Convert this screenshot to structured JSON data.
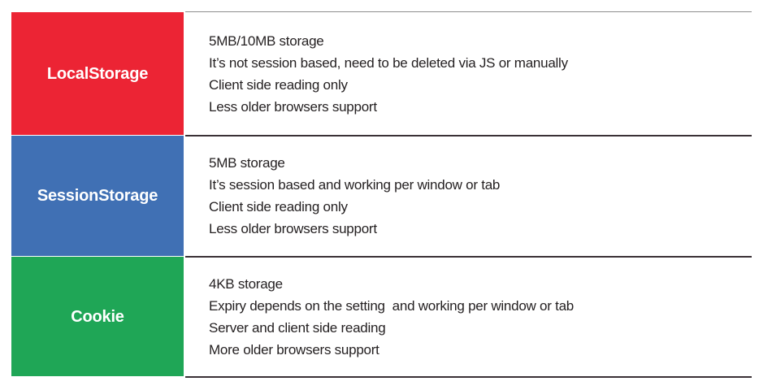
{
  "table": {
    "name": "web-storage-comparison",
    "colors": {
      "localstorage": "#EC2434",
      "sessionstorage": "#4070B4",
      "cookie": "#1FA656",
      "rule": "#3A3136",
      "rule_top": "#8D8D8D",
      "text": "#231F20",
      "label_text": "#FFFFFF",
      "background": "#FFFFFF"
    },
    "rows": [
      {
        "label": "LocalStorage",
        "color": "#EC2434",
        "lines": [
          "5MB/10MB storage",
          "It’s not session based, need to be deleted via JS or manually",
          "Client side reading only",
          "Less older browsers support"
        ]
      },
      {
        "label": "SessionStorage",
        "color": "#4070B4",
        "lines": [
          "5MB storage",
          "It’s session based and working per window or tab",
          "Client side reading only",
          "Less older browsers support"
        ]
      },
      {
        "label": "Cookie",
        "color": "#1FA656",
        "lines": [
          "4KB storage",
          "Expiry depends on the setting  and working per window or tab",
          "Server and client side reading",
          "More older browsers support"
        ]
      }
    ]
  }
}
